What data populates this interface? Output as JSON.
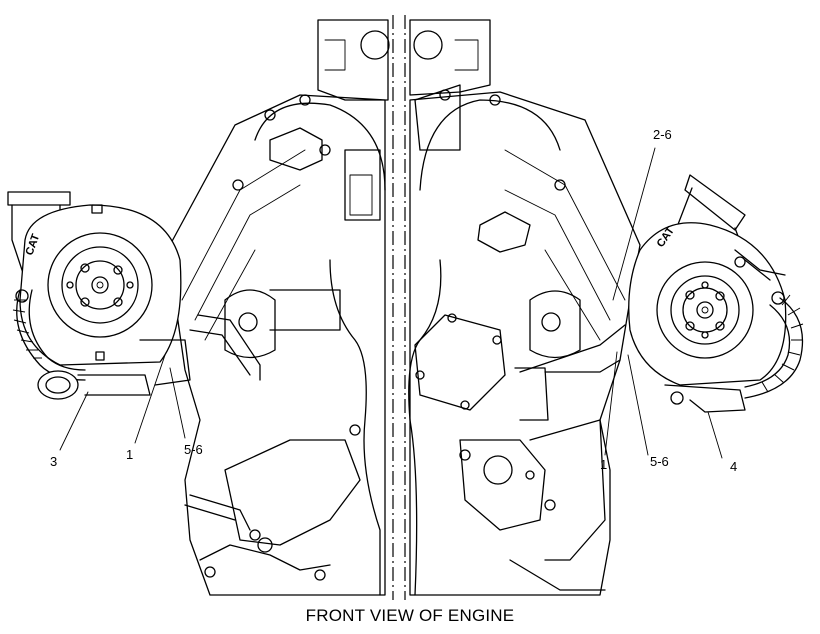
{
  "caption": "FRONT VIEW OF ENGINE",
  "callouts": {
    "c3": "3",
    "c1_left": "1",
    "c56_left": "5-6",
    "c26": "2-6",
    "c1_right": "1",
    "c56_right": "5-6",
    "c4": "4"
  },
  "logo_text": "CAT"
}
